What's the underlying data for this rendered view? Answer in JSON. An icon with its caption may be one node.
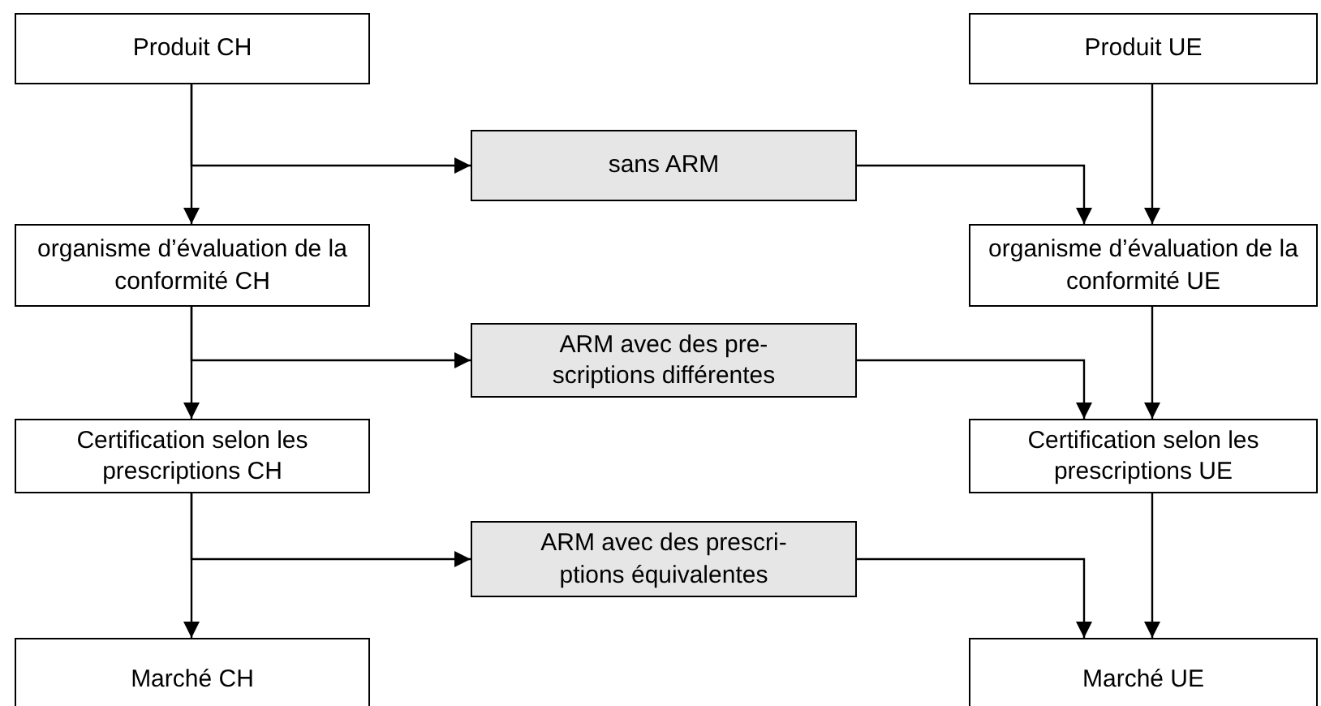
{
  "diagram": {
    "nodes": [
      {
        "text": [
          "Produit CH"
        ]
      },
      {
        "text": [
          "organisme d’évaluation de la conformité CH"
        ]
      },
      {
        "text": [
          "Certification selon les prescriptions CH"
        ]
      },
      {
        "text": [
          "Marché CH"
        ]
      },
      {
        "text": [
          "Produit UE"
        ]
      },
      {
        "text": [
          "organisme d’évaluation de la conformité UE"
        ]
      },
      {
        "text": [
          "Certification selon les prescriptions UE"
        ]
      },
      {
        "text": [
          "Marché UE"
        ]
      },
      {
        "text": [
          "sans ARM"
        ]
      },
      {
        "text": [
          "ARM avec des pre-scriptions différentes"
        ]
      },
      {
        "text": [
          "ARM avec des prescri-ptions équivalentes"
        ]
      }
    ],
    "edges": [
      {
        "from": 0,
        "to": 1,
        "arrow": "to"
      },
      {
        "from": 0,
        "to": 8,
        "arrow": "to"
      },
      {
        "from": 8,
        "to": 5,
        "arrow": "to"
      },
      {
        "from": 4,
        "to": 5,
        "arrow": "to"
      },
      {
        "from": 1,
        "to": 2,
        "arrow": "to"
      },
      {
        "from": 1,
        "to": 9,
        "arrow": "to"
      },
      {
        "from": 9,
        "to": 6,
        "arrow": "to"
      },
      {
        "from": 5,
        "to": 6,
        "arrow": "to"
      },
      {
        "from": 2,
        "to": 3,
        "arrow": "to"
      },
      {
        "from": 2,
        "to": 10,
        "arrow": "to"
      },
      {
        "from": 10,
        "to": 7,
        "arrow": "to"
      },
      {
        "from": 6,
        "to": 7,
        "arrow": "to"
      }
    ]
  }
}
